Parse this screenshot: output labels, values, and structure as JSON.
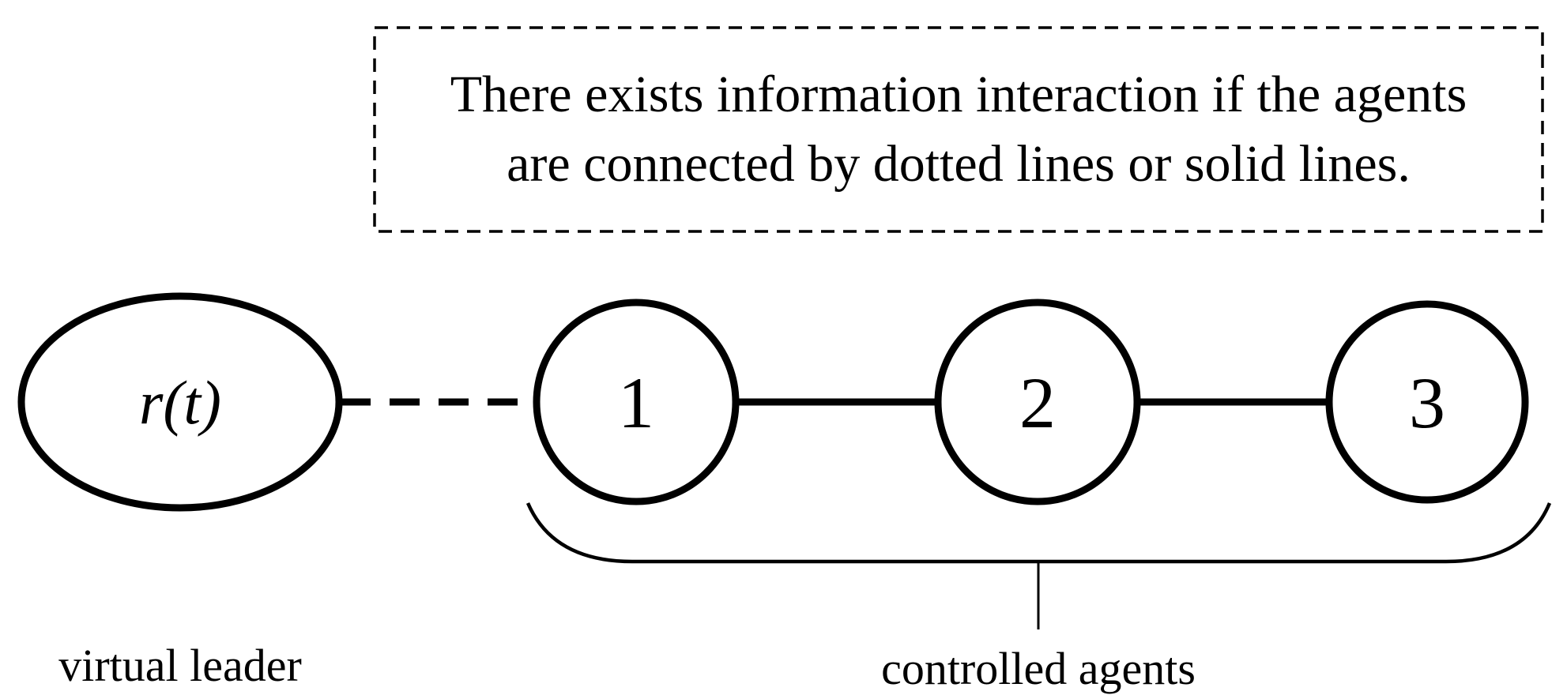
{
  "colors": {
    "ink": "#000000",
    "background": "#ffffff"
  },
  "note": {
    "line1": "There exists information interaction if the agents",
    "line2": "are connected by dotted lines or solid lines."
  },
  "graph": {
    "leader": {
      "label": "r(t)",
      "caption": "virtual leader"
    },
    "agents": [
      {
        "label": "1"
      },
      {
        "label": "2"
      },
      {
        "label": "3"
      }
    ],
    "agents_caption": "controlled agents",
    "edges": [
      {
        "from": "virtual leader",
        "to": "agent 1",
        "style": "dashed"
      },
      {
        "from": "agent 1",
        "to": "agent 2",
        "style": "solid"
      },
      {
        "from": "agent 2",
        "to": "agent 3",
        "style": "solid"
      }
    ]
  }
}
